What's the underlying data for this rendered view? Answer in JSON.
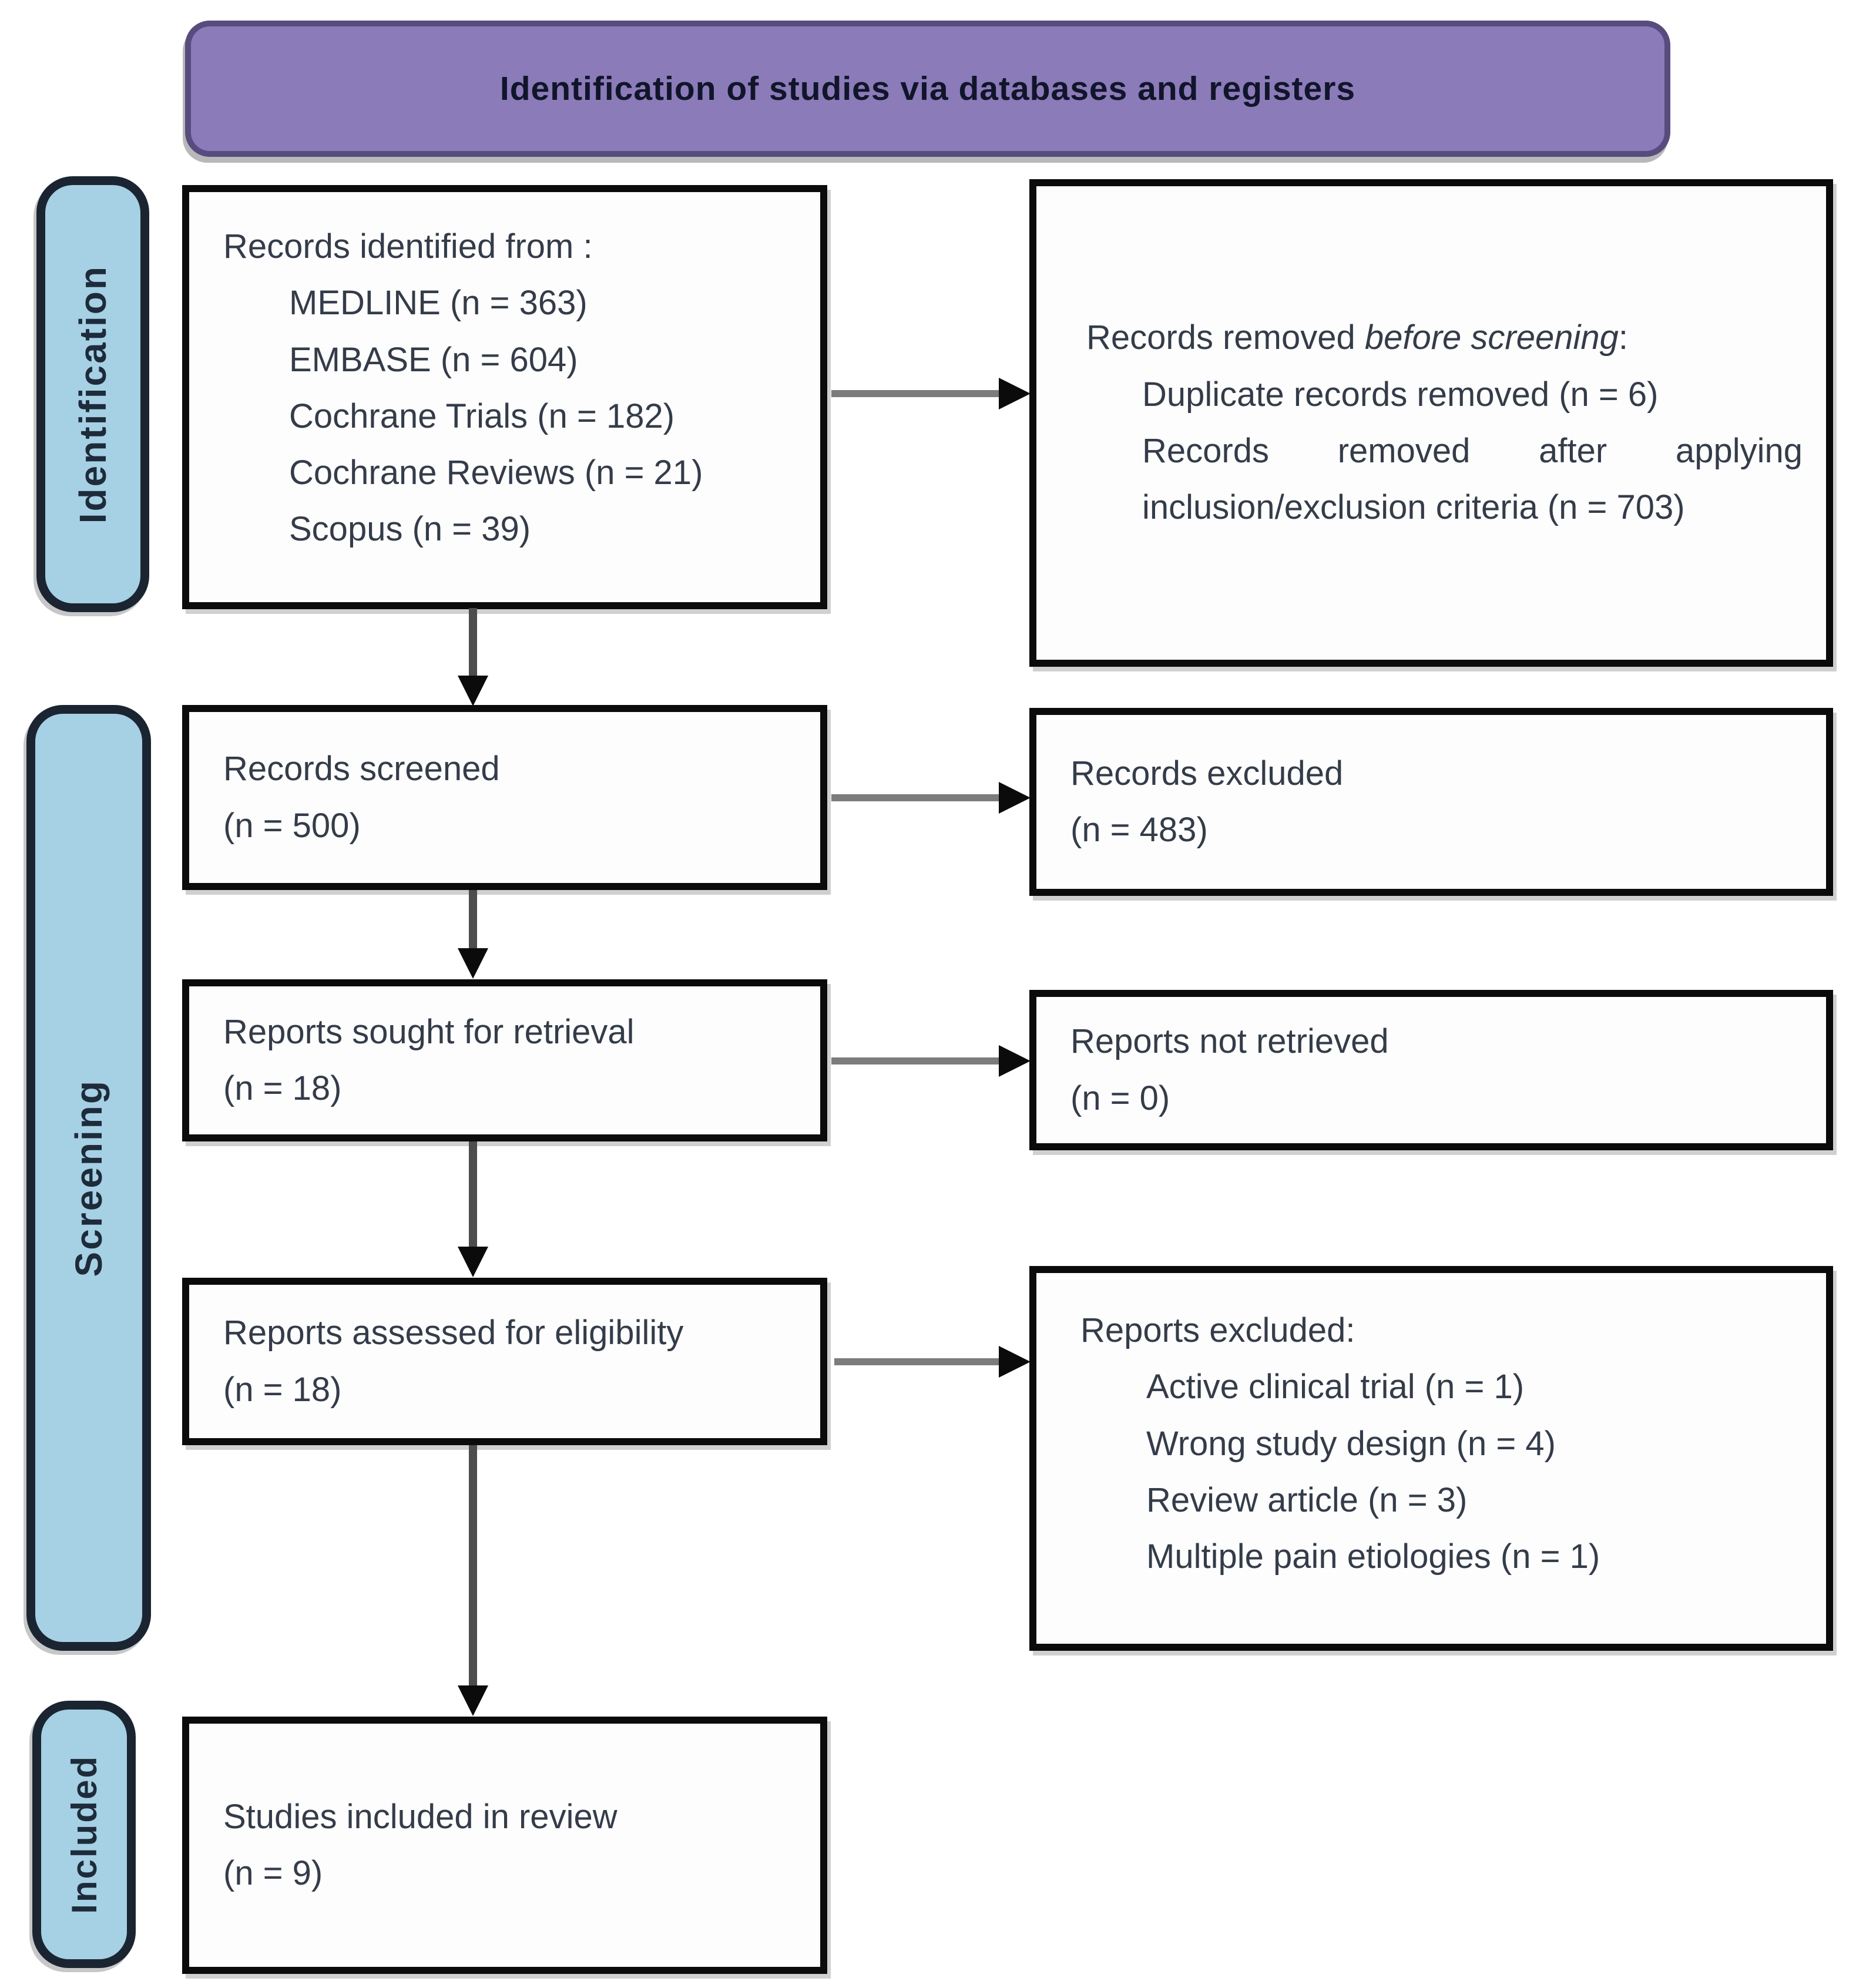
{
  "header": {
    "title": "Identification of studies via databases and registers"
  },
  "sidebar": {
    "identification_label": "Identification",
    "screening_label": "Screening",
    "included_label": "Included"
  },
  "boxes": {
    "records_identified": {
      "heading": "Records identified from :",
      "items": [
        "MEDLINE (n = 363)",
        "EMBASE (n = 604)",
        "Cochrane Trials (n = 182)",
        "Cochrane Reviews (n = 21)",
        "Scopus (n = 39)"
      ]
    },
    "records_removed": {
      "heading_prefix": "Records removed ",
      "heading_italic": "before screening",
      "heading_suffix": ":",
      "item1": "Duplicate records removed (n = 6)",
      "item2": "Records removed after applying inclusion/exclusion criteria (n = 703)"
    },
    "records_screened": {
      "line1": "Records screened",
      "line2": "(n = 500)"
    },
    "records_excluded": {
      "line1": "Records excluded",
      "line2": "(n = 483)"
    },
    "reports_sought": {
      "line1": "Reports sought for retrieval",
      "line2": "(n = 18)"
    },
    "reports_not_retrieved": {
      "line1": "Reports not retrieved",
      "line2": "(n = 0)"
    },
    "reports_assessed": {
      "line1": "Reports assessed for eligibility",
      "line2": "(n = 18)"
    },
    "reports_excluded": {
      "heading": "Reports excluded:",
      "items": [
        "Active clinical trial (n = 1)",
        "Wrong study design (n = 4)",
        "Review article (n = 3)",
        "Multiple pain etiologies (n = 1)"
      ]
    },
    "studies_included": {
      "line1": "Studies included in review",
      "line2": "(n = 9)"
    }
  },
  "colors": {
    "banner_fill": "#8b7bb9",
    "banner_border": "#574c7d",
    "stage_fill": "#a6d0e4",
    "stage_border": "#1b2531",
    "box_border": "#0b0b0b",
    "text": "#343c49",
    "connector": "#7c7c7c"
  }
}
